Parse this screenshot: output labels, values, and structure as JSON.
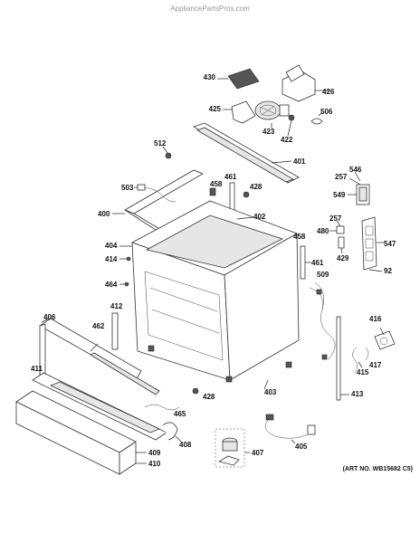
{
  "header": {
    "site": "AppliancePartsPros.com"
  },
  "art_number": "(ART NO. WB15682 C5)",
  "callouts": [
    {
      "id": "c430",
      "label": "430"
    },
    {
      "id": "c426",
      "label": "426"
    },
    {
      "id": "c425",
      "label": "425"
    },
    {
      "id": "c506",
      "label": "506"
    },
    {
      "id": "c423",
      "label": "423"
    },
    {
      "id": "c422",
      "label": "422"
    },
    {
      "id": "c512",
      "label": "512"
    },
    {
      "id": "c401",
      "label": "401"
    },
    {
      "id": "c546",
      "label": "546"
    },
    {
      "id": "c257a",
      "label": "257"
    },
    {
      "id": "c549",
      "label": "549"
    },
    {
      "id": "c503",
      "label": "503"
    },
    {
      "id": "c461a",
      "label": "461"
    },
    {
      "id": "c458a",
      "label": "458"
    },
    {
      "id": "c428a",
      "label": "428"
    },
    {
      "id": "c400",
      "label": "400"
    },
    {
      "id": "c402",
      "label": "402"
    },
    {
      "id": "c257b",
      "label": "257"
    },
    {
      "id": "c480",
      "label": "480"
    },
    {
      "id": "c458b",
      "label": "458"
    },
    {
      "id": "c547",
      "label": "547"
    },
    {
      "id": "c404",
      "label": "404"
    },
    {
      "id": "c429",
      "label": "429"
    },
    {
      "id": "c414",
      "label": "414"
    },
    {
      "id": "c461b",
      "label": "461"
    },
    {
      "id": "c92",
      "label": "92"
    },
    {
      "id": "c509",
      "label": "509"
    },
    {
      "id": "c464",
      "label": "464"
    },
    {
      "id": "c412",
      "label": "412"
    },
    {
      "id": "c406",
      "label": "406"
    },
    {
      "id": "c462",
      "label": "462"
    },
    {
      "id": "c416",
      "label": "416"
    },
    {
      "id": "c417",
      "label": "417"
    },
    {
      "id": "c415",
      "label": "415"
    },
    {
      "id": "c411",
      "label": "411"
    },
    {
      "id": "c428b",
      "label": "428"
    },
    {
      "id": "c403",
      "label": "403"
    },
    {
      "id": "c413",
      "label": "413"
    },
    {
      "id": "c465",
      "label": "465"
    },
    {
      "id": "c408",
      "label": "408"
    },
    {
      "id": "c407",
      "label": "407"
    },
    {
      "id": "c405",
      "label": "405"
    },
    {
      "id": "c409",
      "label": "409"
    },
    {
      "id": "c410",
      "label": "410"
    }
  ]
}
